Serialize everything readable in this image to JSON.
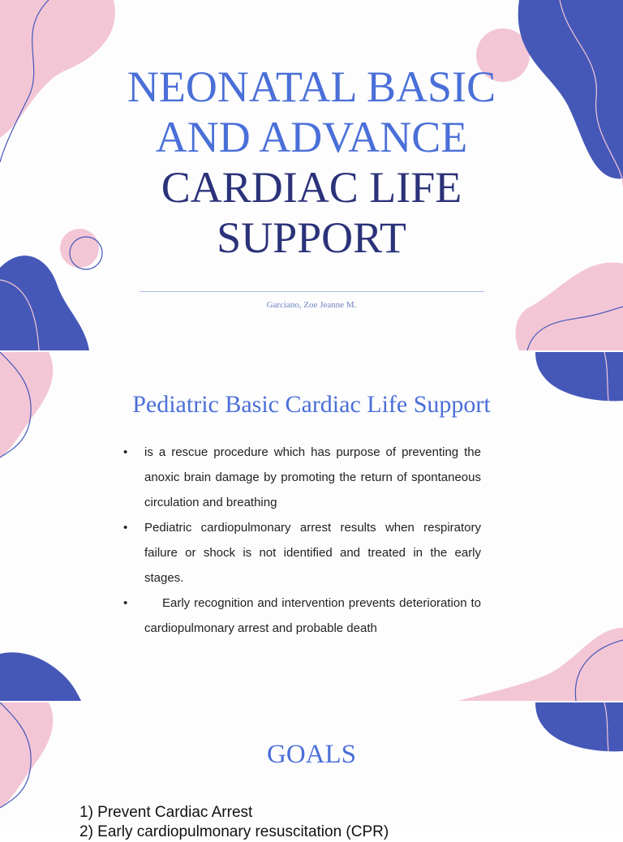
{
  "slide1": {
    "title_line1": "NEONATAL BASIC",
    "title_line2": "AND ADVANCE",
    "subtitle_line1": "CARDIAC LIFE",
    "subtitle_line2": "SUPPORT",
    "author": "Garciano, Zoe Jeanne M."
  },
  "slide2": {
    "title": "Pediatric Basic Cardiac Life Support",
    "bullet_symbol": "•",
    "bullets": [
      "is a rescue procedure which has purpose of preventing the anoxic brain damage by promoting the return of spontaneous circulation and breathing",
      "Pediatric cardiopulmonary arrest results when respiratory failure or shock is not identified and treated in the early stages.",
      "Early recognition and intervention prevents deterioration to cardiopulmonary arrest and probable death"
    ]
  },
  "slide3": {
    "title": "GOALS",
    "goals": [
      "1) Prevent Cardiac Arrest",
      "2) Early cardiopulmonary resuscitation (CPR)"
    ]
  },
  "colors": {
    "accent_blue": "#4a6fd8",
    "navy": "#2b3279",
    "pink": "#f3c6d6",
    "deco_blue": "#4558b8"
  }
}
